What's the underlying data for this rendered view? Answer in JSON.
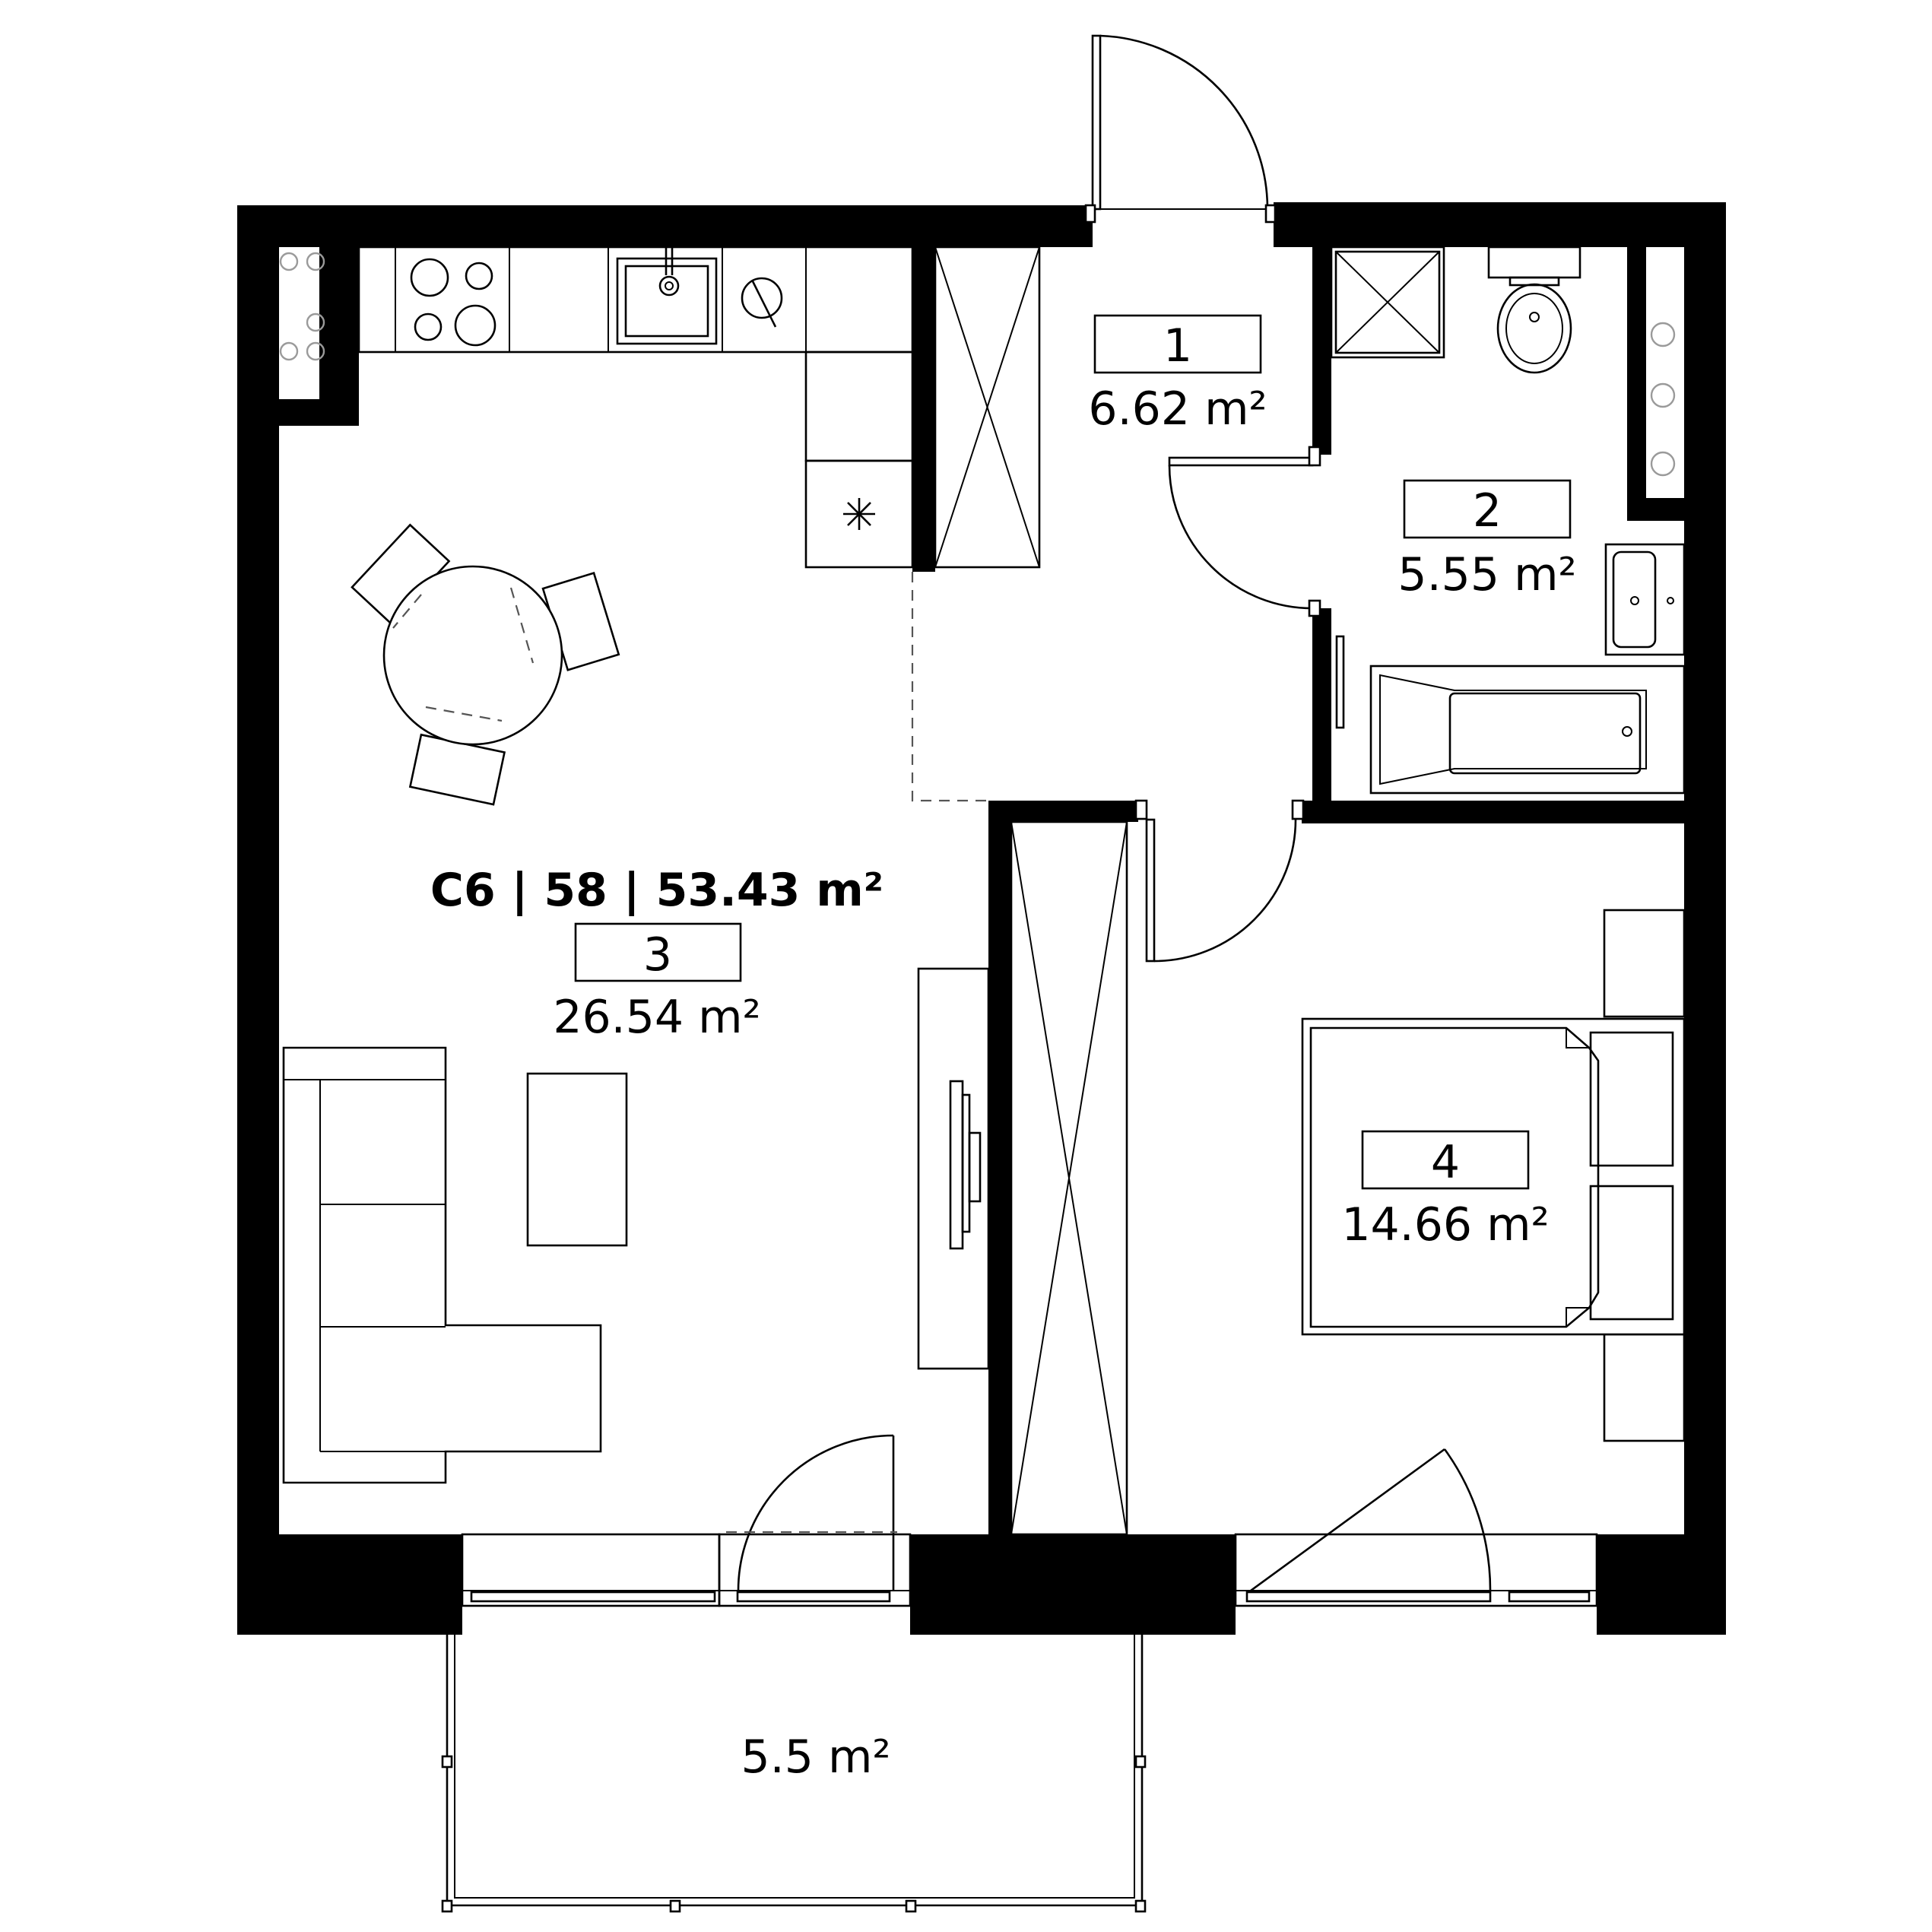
{
  "apartment": {
    "header": "C6 | 58 | 53.43 m²"
  },
  "rooms": [
    {
      "number": "1",
      "area": "6.62 m²"
    },
    {
      "number": "2",
      "area": "5.55 m²"
    },
    {
      "number": "3",
      "area": "26.54 m²"
    },
    {
      "number": "4",
      "area": "14.66 m²"
    }
  ],
  "balcony": {
    "area": "5.5 m²"
  }
}
